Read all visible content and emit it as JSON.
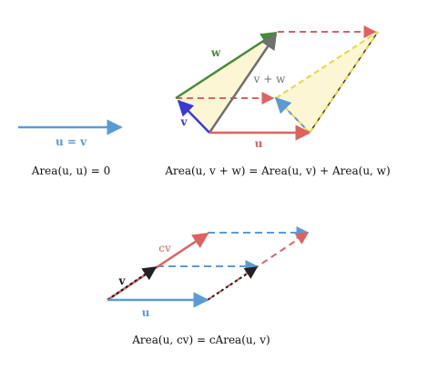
{
  "colors": {
    "u_blue": "#5b9bd5",
    "v_blue": "#3a3ad6",
    "w_green": "#4a8a3a",
    "red": "#e06060",
    "gray": "#707070",
    "fill_yellow": "#fdf6d4",
    "dash_yellow": "#e8d84a",
    "dark_dash": "#3a2a2a"
  },
  "panel_left": {
    "vector_label": "u = v",
    "caption": "Area(u, u) = 0"
  },
  "panel_right": {
    "label_w": "w",
    "label_v_plus_w": "v + w",
    "label_v": "v",
    "label_u": "u",
    "caption": "Area(u, v + w) = Area(u, v) + Area(u, w)"
  },
  "panel_bottom": {
    "label_cv": "cv",
    "label_v": "v",
    "label_u": "u",
    "caption": "Area(u, cv) = cArea(u, v)"
  }
}
